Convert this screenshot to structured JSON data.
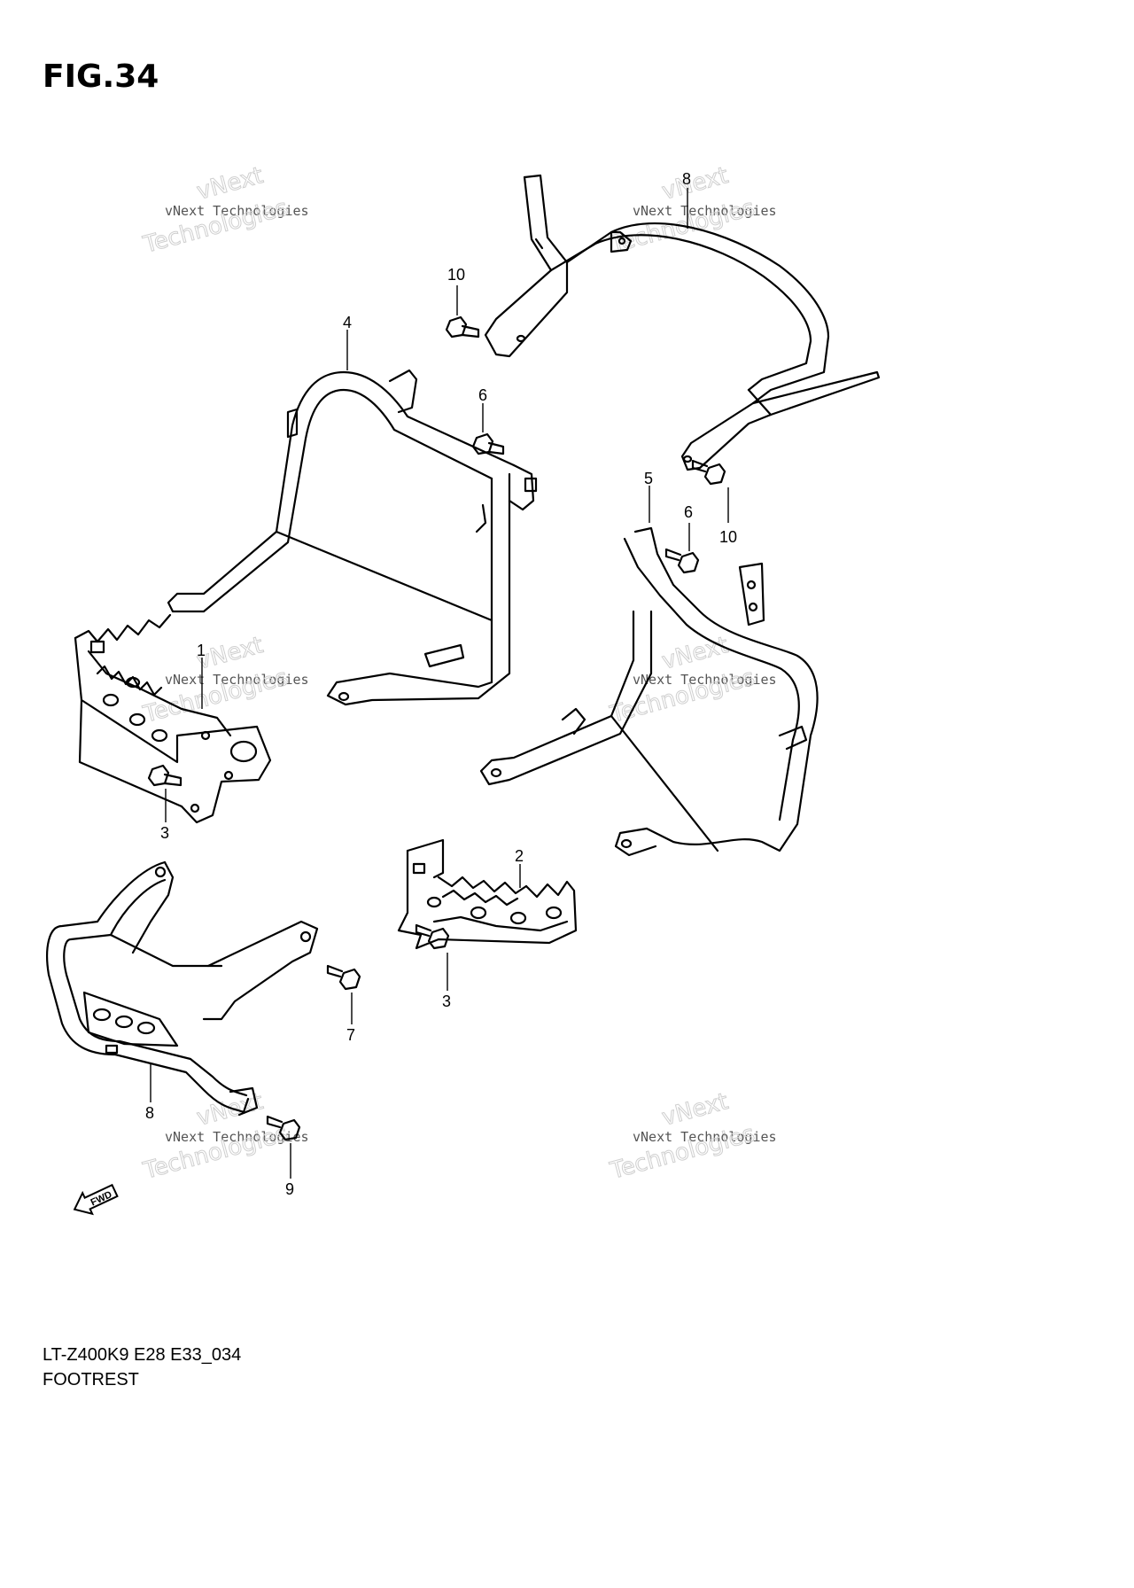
{
  "figure": {
    "title": "FIG.34"
  },
  "callouts": [
    {
      "id": "c1",
      "label": "1"
    },
    {
      "id": "c2",
      "label": "2"
    },
    {
      "id": "c3a",
      "label": "3"
    },
    {
      "id": "c3b",
      "label": "3"
    },
    {
      "id": "c4",
      "label": "4"
    },
    {
      "id": "c5",
      "label": "5"
    },
    {
      "id": "c6a",
      "label": "6"
    },
    {
      "id": "c6b",
      "label": "6"
    },
    {
      "id": "c7",
      "label": "7"
    },
    {
      "id": "c8a",
      "label": "8"
    },
    {
      "id": "c8b",
      "label": "8"
    },
    {
      "id": "c9",
      "label": "9"
    },
    {
      "id": "c10a",
      "label": "10"
    },
    {
      "id": "c10b",
      "label": "10"
    }
  ],
  "watermark": {
    "line1": "vNext",
    "line2": "vNext Technologies",
    "line3": "Technologies"
  },
  "fwd_label": "FWD",
  "footer": {
    "code": "LT-Z400K9 E28 E33_034",
    "title": "FOOTREST"
  }
}
